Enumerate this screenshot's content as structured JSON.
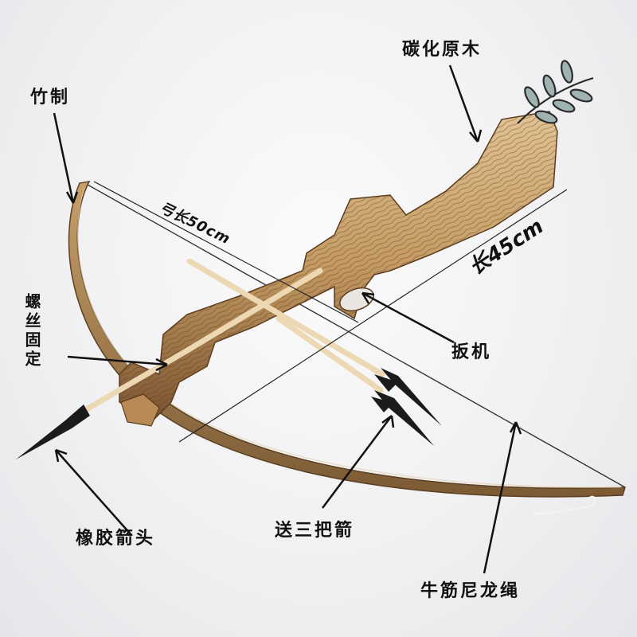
{
  "labels": {
    "carbonized_wood": "碳化原木",
    "bamboo": "竹制",
    "bow_length": "弓长50cm",
    "total_length": "长45cm",
    "screw_fixed": "螺丝固定",
    "trigger": "扳机",
    "rubber_tip": "橡胶箭头",
    "three_arrows": "送三把箭",
    "nylon_string": "牛筋尼龙绳"
  },
  "colors": {
    "background": "#f0f0f2",
    "wood_light": "#d9b98a",
    "wood_dark": "#6b4a2a",
    "bamboo": "#b08850",
    "arrow_shaft": "#ecd9b4",
    "arrow_tip": "#1b1b1b",
    "leaf_fill": "#9fb3b2",
    "text": "#111111"
  },
  "icons": [
    "leaf-branch-icon"
  ]
}
